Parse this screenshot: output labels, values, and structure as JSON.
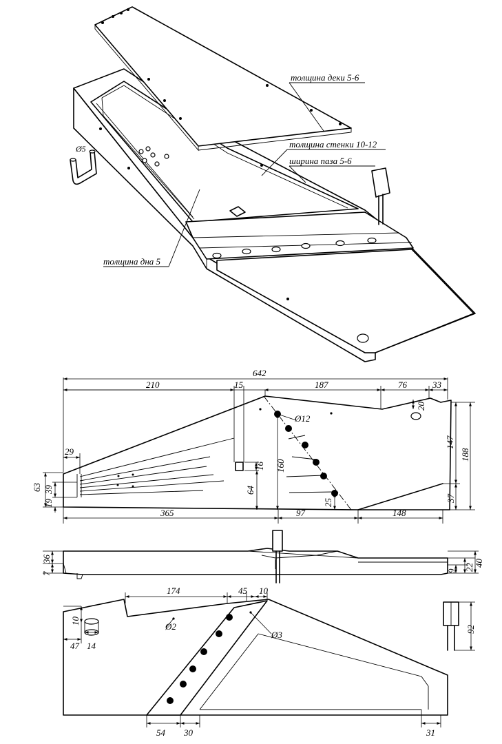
{
  "labels": {
    "deck_thickness": "толщина деки 5-6",
    "wall_thickness": "толщина стенки 10-12",
    "groove_width": "ширина паза 5-6",
    "bottom_thickness": "толщина дна 5",
    "pin_diameter": "Ø5"
  },
  "top_view": {
    "d642": "642",
    "d210": "210",
    "d15": "15",
    "d187": "187",
    "d76": "76",
    "d33": "33",
    "d29": "29",
    "d63": "63",
    "d39": "39",
    "d19": "19",
    "d365": "365",
    "d97": "97",
    "d148": "148",
    "d160": "160",
    "d16": "16",
    "d64": "64",
    "d25": "25",
    "d20": "20",
    "d147": "147",
    "d188": "188",
    "d37": "37",
    "d_hole": "Ø12"
  },
  "side_view": {
    "d36": "36",
    "d7": "7",
    "d40": "40",
    "d22": "22",
    "d9": "9"
  },
  "deck_view": {
    "d174": "174",
    "d45": "45",
    "d10": "10",
    "d10b": "10",
    "d47": "47",
    "d14": "14",
    "d_small": "Ø2",
    "d_hole": "Ø3",
    "d54": "54",
    "d30": "30",
    "d31": "31",
    "d92": "92"
  }
}
